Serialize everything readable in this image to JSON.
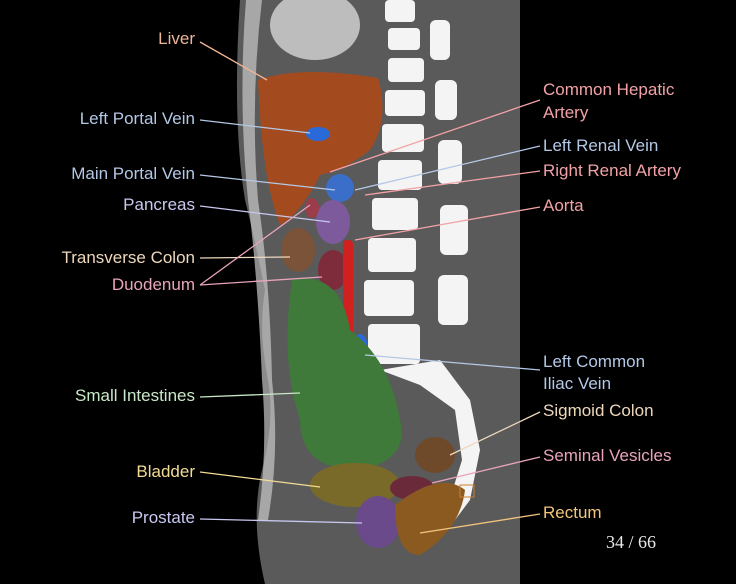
{
  "colors": {
    "peach": "#f0b596",
    "blue": "#b4c8e6",
    "lavender": "#c8c8f0",
    "beige": "#eed8bc",
    "pink": "#e8a4bc",
    "red": "#f2a2a6",
    "green": "#c8e8c8",
    "yellow": "#f2dc94",
    "orange": "#f2c47c"
  },
  "labels_left": {
    "liver": "Liver",
    "left_portal_vein": "Left Portal Vein",
    "main_portal_vein": "Main Portal Vein",
    "pancreas": "Pancreas",
    "transverse_colon": "Transverse Colon",
    "duodenum": "Duodenum",
    "small_intestines": "Small Intestines",
    "bladder": "Bladder",
    "prostate": "Prostate"
  },
  "labels_right": {
    "common_hepatic_artery_1": "Common Hepatic",
    "common_hepatic_artery_2": "Artery",
    "left_renal_vein": "Left Renal Vein",
    "right_renal_artery": "Right Renal Artery",
    "aorta": "Aorta",
    "left_common_iliac_vein_1": "Left Common",
    "left_common_iliac_vein_2": "Iliac Vein",
    "sigmoid_colon": "Sigmoid Colon",
    "seminal_vesicles": "Seminal Vesicles",
    "rectum": "Rectum"
  },
  "slice": {
    "current": "34",
    "total": "66",
    "text": "34 / 66"
  }
}
